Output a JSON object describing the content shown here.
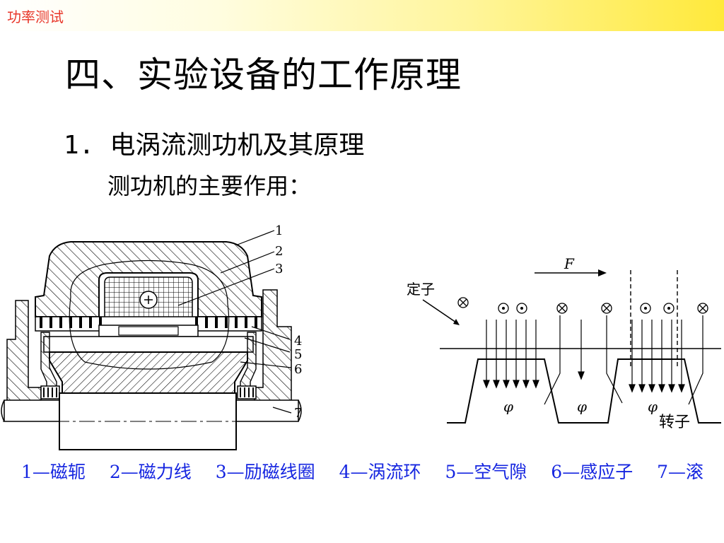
{
  "header": {
    "title": "功率测试"
  },
  "slide": {
    "heading": "四、实验设备的工作原理",
    "subheading_num": "1.",
    "subheading": "电涡流测功机及其原理",
    "subtext": "测功机的主要作用："
  },
  "left_figure": {
    "callouts": [
      "1",
      "2",
      "3",
      "4",
      "5",
      "6",
      "7"
    ]
  },
  "right_figure": {
    "force_label": "F",
    "stator_label": "定子",
    "rotor_label": "转子",
    "flux_label": "φ"
  },
  "legend": [
    "1—磁轭",
    "2—磁力线",
    "3—励磁线圈",
    "4—涡流环",
    "5—空气隙",
    "6—感应子",
    "7—滚"
  ],
  "colors": {
    "header_text": "#e8362a",
    "caption_text": "#1626e0"
  }
}
